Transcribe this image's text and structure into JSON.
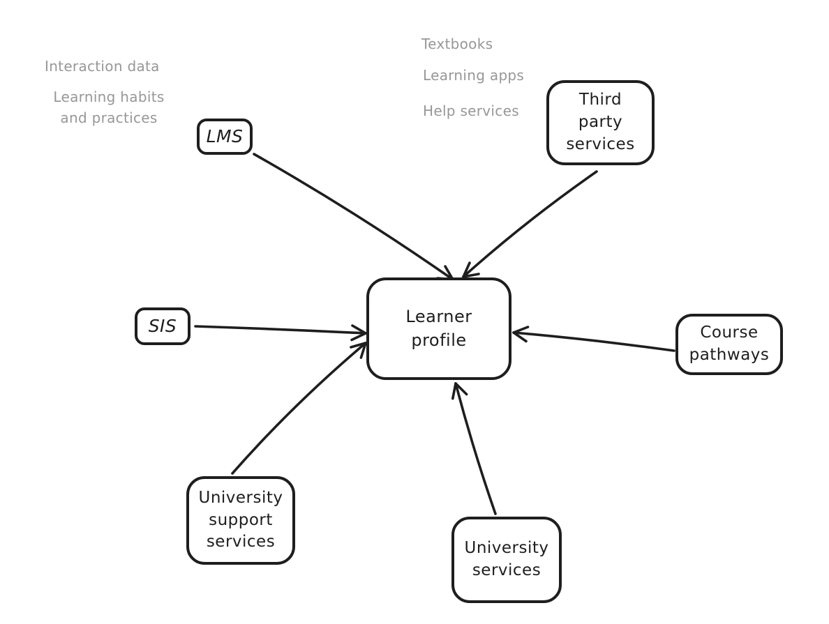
{
  "diagram": {
    "title_hint": "Learner profile data sources diagram",
    "colors": {
      "background": "#ffffff",
      "stroke": "#1e1e1e",
      "annotation_text": "#979797"
    },
    "nodes": {
      "learner_profile": {
        "label": "Learner\nprofile"
      },
      "lms": {
        "label": "LMS"
      },
      "third_party": {
        "label": "Third\nparty\nservices"
      },
      "sis": {
        "label": "SIS"
      },
      "course_pathways": {
        "label": "Course\npathways"
      },
      "university_support": {
        "label": "University\nsupport\nservices"
      },
      "university_services": {
        "label": "University\nservices"
      }
    },
    "annotations": {
      "interaction_data": "Interaction data",
      "learning_habits": "Learning habits\nand practices",
      "textbooks": "Textbooks",
      "learning_apps": "Learning apps",
      "help_services": "Help services"
    },
    "edges": [
      {
        "from": "LMS",
        "to": "Learner profile"
      },
      {
        "from": "Third party services",
        "to": "Learner profile"
      },
      {
        "from": "SIS",
        "to": "Learner profile"
      },
      {
        "from": "Course pathways",
        "to": "Learner profile"
      },
      {
        "from": "University support services",
        "to": "Learner profile"
      },
      {
        "from": "University services",
        "to": "Learner profile"
      }
    ]
  }
}
